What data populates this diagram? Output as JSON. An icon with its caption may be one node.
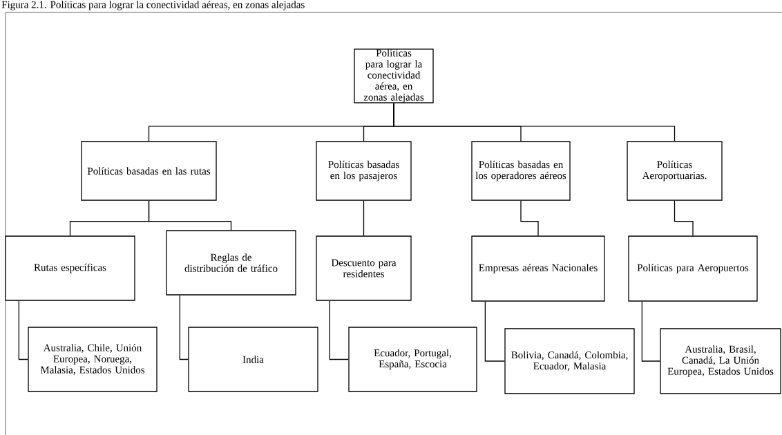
{
  "diagram": {
    "title": "Figura 2.1. Políticas para lograr la conectividad aéreas, en zonas alejadas",
    "nodes": [
      {
        "text": [
          "Políticas para lograr la conectividad aérea, en zonas alejadas"
        ]
      },
      {
        "text": [
          "Políticas basadas en las rutas"
        ]
      },
      {
        "text": [
          "Políticas basadas en los pasajeros"
        ]
      },
      {
        "text": [
          "Políticas basadas en los operadores aéreos"
        ]
      },
      {
        "text": [
          "Políticas Aeroportuarias."
        ]
      },
      {
        "text": [
          "Rutas específicas"
        ]
      },
      {
        "text": [
          "Reglas de distribución de tráfico"
        ]
      },
      {
        "text": [
          "Descuento para residentes"
        ]
      },
      {
        "text": [
          "Empresas aéreas Nacionales"
        ]
      },
      {
        "text": [
          "Políticas para Aeropuertos"
        ]
      },
      {
        "text": [
          "Australia, Chile, Unión Europea, Noruega, Malasia, Estados Unidos"
        ]
      },
      {
        "text": [
          "India"
        ]
      },
      {
        "text": [
          "Ecuador, Portugal, España, Escocia"
        ]
      },
      {
        "text": [
          "Bolivia, Canadá, Colombia, Ecuador, Malasia"
        ]
      },
      {
        "text": [
          "Australia, Brasil, Canadá, La Unión Europea, Estados Unidos"
        ]
      }
    ],
    "edges": [
      {
        "from": 0,
        "to": 1,
        "arrow": "none"
      },
      {
        "from": 0,
        "to": 2,
        "arrow": "none"
      },
      {
        "from": 0,
        "to": 3,
        "arrow": "none"
      },
      {
        "from": 0,
        "to": 4,
        "arrow": "none"
      },
      {
        "from": 1,
        "to": 5,
        "arrow": "none"
      },
      {
        "from": 1,
        "to": 6,
        "arrow": "none"
      },
      {
        "from": 2,
        "to": 7,
        "arrow": "none"
      },
      {
        "from": 3,
        "to": 8,
        "arrow": "none"
      },
      {
        "from": 4,
        "to": 9,
        "arrow": "none"
      },
      {
        "from": 5,
        "to": 10,
        "arrow": "none"
      },
      {
        "from": 6,
        "to": 11,
        "arrow": "none"
      },
      {
        "from": 7,
        "to": 12,
        "arrow": "none"
      },
      {
        "from": 8,
        "to": 13,
        "arrow": "none"
      },
      {
        "from": 9,
        "to": 14,
        "arrow": "none"
      }
    ]
  }
}
